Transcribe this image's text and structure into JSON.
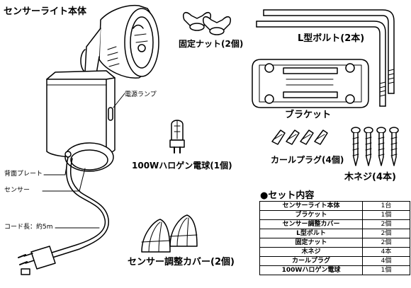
{
  "labels": {
    "main_unit": "センサーライト本体",
    "lamp": "電源ランプ",
    "back_plate": "背面プレート",
    "sensor": "センサー",
    "cord": "コード長：約5m",
    "bulb": "100Wハロゲン電球(1個)",
    "wing_nut": "固定ナット(2個)",
    "l_bolt": "L型ボルト(2本)",
    "bracket": "ブラケット",
    "plug": "カールプラグ(4個)",
    "screw": "木ネジ(4本)",
    "cover": "センサー調整カバー(2個)"
  },
  "set": {
    "title": "●セット内容",
    "rows": [
      {
        "item": "センサーライト本体",
        "qty": "1台"
      },
      {
        "item": "ブラケット",
        "qty": "1個"
      },
      {
        "item": "センサー調整カバー",
        "qty": "2個"
      },
      {
        "item": "L型ボルト",
        "qty": "2個"
      },
      {
        "item": "固定ナット",
        "qty": "2個"
      },
      {
        "item": "木ネジ",
        "qty": "4本"
      },
      {
        "item": "カールプラグ",
        "qty": "4個"
      },
      {
        "item": "100Wハロゲン電球",
        "qty": "1個"
      }
    ]
  }
}
